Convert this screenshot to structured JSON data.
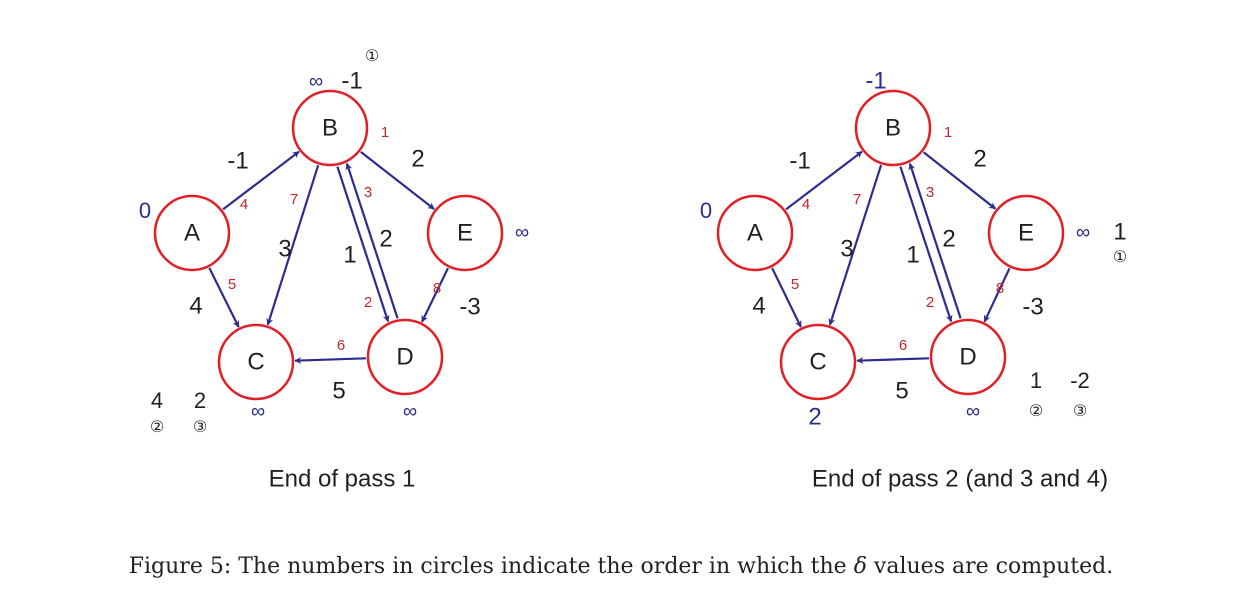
{
  "colors": {
    "node_stroke": "#e21f26",
    "edge": "#2b2e8c",
    "order": "#c2272d",
    "delta_blue": "#2b2e8c",
    "text": "#231f20"
  },
  "diagrams": [
    {
      "title": "End of pass 1",
      "nodes": [
        {
          "id": "A",
          "label": "A"
        },
        {
          "id": "B",
          "label": "B"
        },
        {
          "id": "C",
          "label": "C"
        },
        {
          "id": "D",
          "label": "D"
        },
        {
          "id": "E",
          "label": "E"
        }
      ],
      "edges": [
        {
          "from": "A",
          "to": "B",
          "weight": "-1",
          "order": "4"
        },
        {
          "from": "A",
          "to": "C",
          "weight": "4",
          "order": "5"
        },
        {
          "from": "B",
          "to": "C",
          "weight": "3",
          "order": "7"
        },
        {
          "from": "B",
          "to": "D",
          "weight": "2",
          "order": "3"
        },
        {
          "from": "B",
          "to": "E",
          "weight": "2",
          "order": "1"
        },
        {
          "from": "D",
          "to": "B",
          "weight": "1",
          "order": "2"
        },
        {
          "from": "D",
          "to": "C",
          "weight": "5",
          "order": "6"
        },
        {
          "from": "E",
          "to": "D",
          "weight": "-3",
          "order": "8"
        }
      ],
      "annotations": [
        {
          "text": "0",
          "color": "blue"
        },
        {
          "text": "∞",
          "color": "blue"
        },
        {
          "text": "-1",
          "color": "dark"
        },
        {
          "text": "①",
          "color": "dark"
        },
        {
          "text": "∞",
          "color": "blue"
        },
        {
          "text": "∞",
          "color": "blue"
        },
        {
          "text": "4",
          "color": "dark"
        },
        {
          "text": "2",
          "color": "dark"
        },
        {
          "text": "②",
          "color": "dark"
        },
        {
          "text": "③",
          "color": "dark"
        },
        {
          "text": "∞",
          "color": "blue"
        }
      ]
    },
    {
      "title": "End of pass 2 (and 3 and 4)",
      "nodes": [
        {
          "id": "A",
          "label": "A"
        },
        {
          "id": "B",
          "label": "B"
        },
        {
          "id": "C",
          "label": "C"
        },
        {
          "id": "D",
          "label": "D"
        },
        {
          "id": "E",
          "label": "E"
        }
      ],
      "edges": [
        {
          "from": "A",
          "to": "B",
          "weight": "-1",
          "order": "4"
        },
        {
          "from": "A",
          "to": "C",
          "weight": "4",
          "order": "5"
        },
        {
          "from": "B",
          "to": "C",
          "weight": "3",
          "order": "7"
        },
        {
          "from": "B",
          "to": "D",
          "weight": "2",
          "order": "3"
        },
        {
          "from": "B",
          "to": "E",
          "weight": "2",
          "order": "1"
        },
        {
          "from": "D",
          "to": "B",
          "weight": "1",
          "order": "2"
        },
        {
          "from": "D",
          "to": "C",
          "weight": "5",
          "order": "6"
        },
        {
          "from": "E",
          "to": "D",
          "weight": "-3",
          "order": "8"
        }
      ],
      "annotations": [
        {
          "text": "0",
          "color": "blue"
        },
        {
          "text": "-1",
          "color": "blue"
        },
        {
          "text": "∞",
          "color": "blue"
        },
        {
          "text": "1",
          "color": "dark"
        },
        {
          "text": "①",
          "color": "dark"
        },
        {
          "text": "2",
          "color": "blue"
        },
        {
          "text": "∞",
          "color": "blue"
        },
        {
          "text": "1",
          "color": "dark"
        },
        {
          "text": "-2",
          "color": "dark"
        },
        {
          "text": "②",
          "color": "dark"
        },
        {
          "text": "③",
          "color": "dark"
        }
      ]
    }
  ],
  "caption": {
    "prefix": "Figure 5:  The numbers in circles indicate the order in which the ",
    "symbol": "δ",
    "suffix": " values are computed."
  }
}
